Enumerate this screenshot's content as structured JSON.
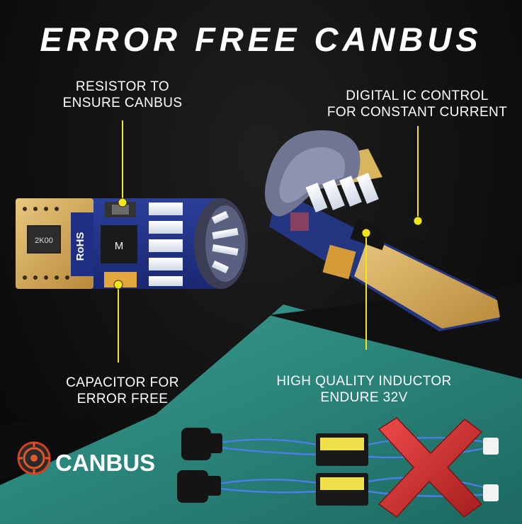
{
  "title": "ERROR FREE CANBUS",
  "callouts": {
    "resistor": [
      "RESISTOR TO",
      "ENSURE CANBUS"
    ],
    "digital_ic": [
      "DIGITAL IC CONTROL",
      "FOR CONSTANT CURRENT"
    ],
    "capacitor": [
      "CAPACITOR FOR",
      "ERROR FREE"
    ],
    "inductor": [
      "HIGH QUALITY INDUCTOR",
      "ENDURE 32V"
    ]
  },
  "board_marks": {
    "resistor_code": "2K00",
    "rohs": "RoHS",
    "ic_mark": "M"
  },
  "brand": {
    "text": "CANBUS",
    "icon": "canbus-logo-icon"
  },
  "colors": {
    "callout_line": "#f2e51a",
    "teal_panel": "#2c8f84",
    "cross": "#d93434"
  }
}
